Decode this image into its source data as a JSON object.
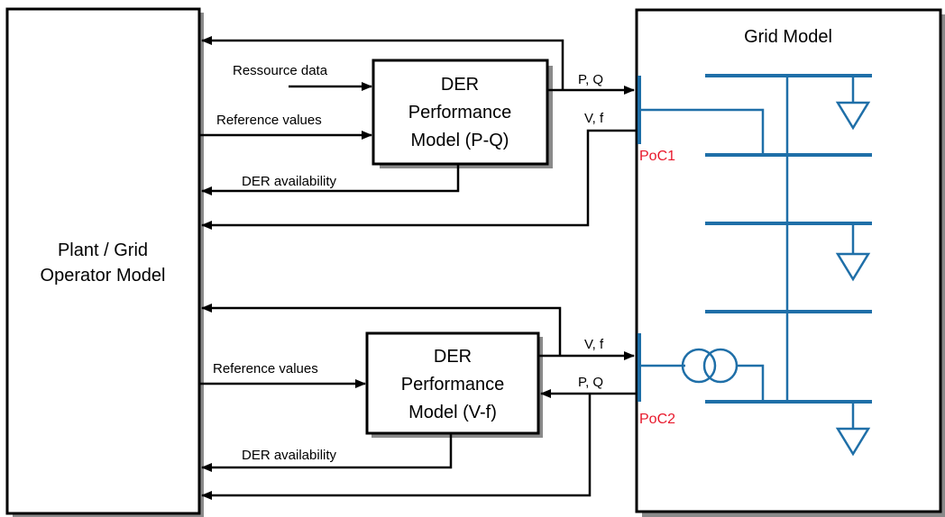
{
  "operator": {
    "title_line1": "Plant / Grid",
    "title_line2": "Operator Model"
  },
  "der_pq": {
    "line1": "DER",
    "line2": "Performance",
    "line3": "Model (P-Q)"
  },
  "der_vf": {
    "line1": "DER",
    "line2": "Performance",
    "line3": "Model (V-f)"
  },
  "grid": {
    "title": "Grid Model",
    "poc1": "PoC1",
    "poc2": "PoC2"
  },
  "signals": {
    "resource_data": "Ressource data",
    "reference_values_top": "Reference values",
    "der_availability_top": "DER availability",
    "pq_top": "P, Q",
    "vf_top": "V, f",
    "reference_values_bottom": "Reference values",
    "der_availability_bottom": "DER availability",
    "vf_bottom": "V, f",
    "pq_bottom": "P, Q"
  },
  "colors": {
    "bus": "#1f6fa8",
    "poc_label": "#e8192c",
    "shadow": "#8a8a8a"
  }
}
